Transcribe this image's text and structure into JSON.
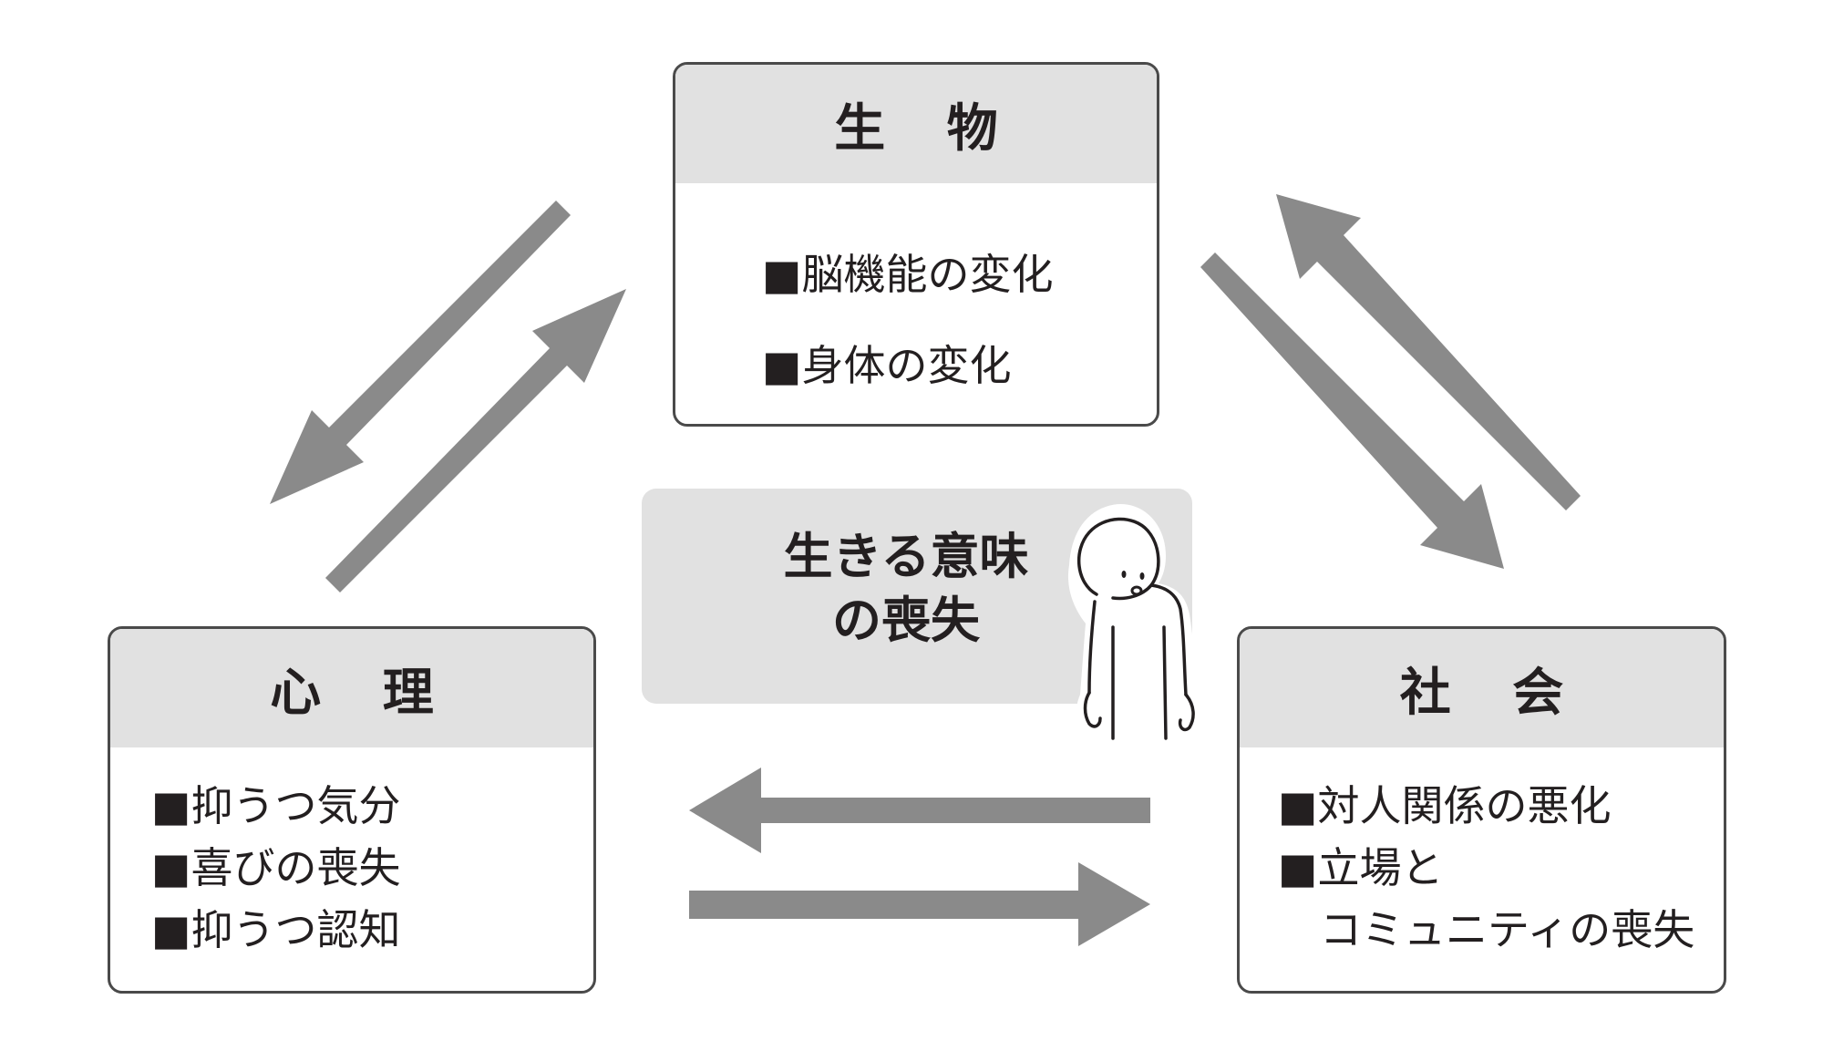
{
  "diagram": {
    "biological": {
      "title": "生 物",
      "items": [
        "■脳機能の変化",
        "■身体の変化"
      ]
    },
    "psychological": {
      "title": "心 理",
      "items": [
        "■抑うつ気分",
        "■喜びの喪失",
        "■抑うつ認知"
      ]
    },
    "social": {
      "title": "社 会",
      "items": [
        "■対人関係の悪化",
        "■立場と",
        "コミュニティの喪失"
      ]
    },
    "center": {
      "line1": "生きる意味",
      "line2": "の喪失"
    }
  },
  "colors": {
    "arrow": "#8a8a8a",
    "header_fill": "#e1e1e1",
    "border": "#4a4a4a",
    "text": "#231f20"
  },
  "icons": [
    "drooping-person-icon"
  ]
}
